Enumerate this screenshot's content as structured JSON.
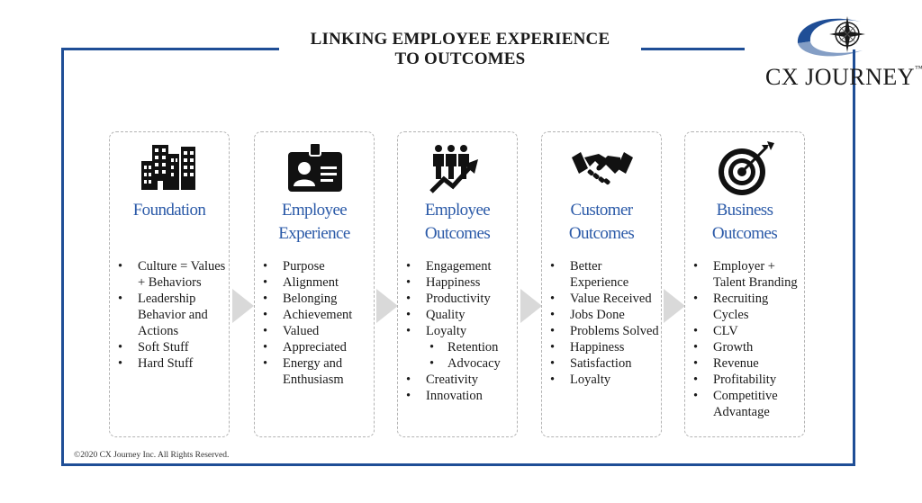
{
  "title": {
    "line1": "LINKING EMPLOYEE EXPERIENCE",
    "line2": "TO OUTCOMES"
  },
  "logo": {
    "text": "CX JOURNEY",
    "tm": "™"
  },
  "colors": {
    "frame": "#1f4e96",
    "heading": "#2b5aa8",
    "arrow": "#d9d9d9"
  },
  "cards": [
    {
      "icon": "buildings-icon",
      "heading1": "Foundation",
      "heading2": "",
      "items": [
        "Culture = Values + Behaviors",
        "Leadership Behavior and Actions",
        "Soft Stuff",
        "Hard Stuff"
      ]
    },
    {
      "icon": "id-badge-icon",
      "heading1": "Employee",
      "heading2": "Experience",
      "items": [
        "Purpose",
        "Alignment",
        "Belonging",
        "Achievement",
        "Valued",
        "Appreciated",
        "Energy and Enthusiasm"
      ]
    },
    {
      "icon": "people-growth-icon",
      "heading1": "Employee",
      "heading2": "Outcomes",
      "items": [
        "Engagement",
        "Happiness",
        "Productivity",
        "Quality",
        "Loyalty",
        "Retention",
        "Advocacy",
        "Creativity",
        "Innovation"
      ]
    },
    {
      "icon": "handshake-icon",
      "heading1": "Customer",
      "heading2": "Outcomes",
      "items": [
        "Better Experience",
        "Value Received",
        "Jobs Done",
        "Problems Solved",
        "Happiness",
        "Satisfaction",
        "Loyalty"
      ]
    },
    {
      "icon": "target-icon",
      "heading1": "Business",
      "heading2": "Outcomes",
      "items": [
        "Employer + Talent Branding",
        "Recruiting Cycles",
        "CLV",
        "Growth",
        "Revenue",
        "Profitability",
        "Competitive Advantage"
      ]
    }
  ],
  "copyright": "©2020 CX Journey Inc. All Rights Reserved."
}
